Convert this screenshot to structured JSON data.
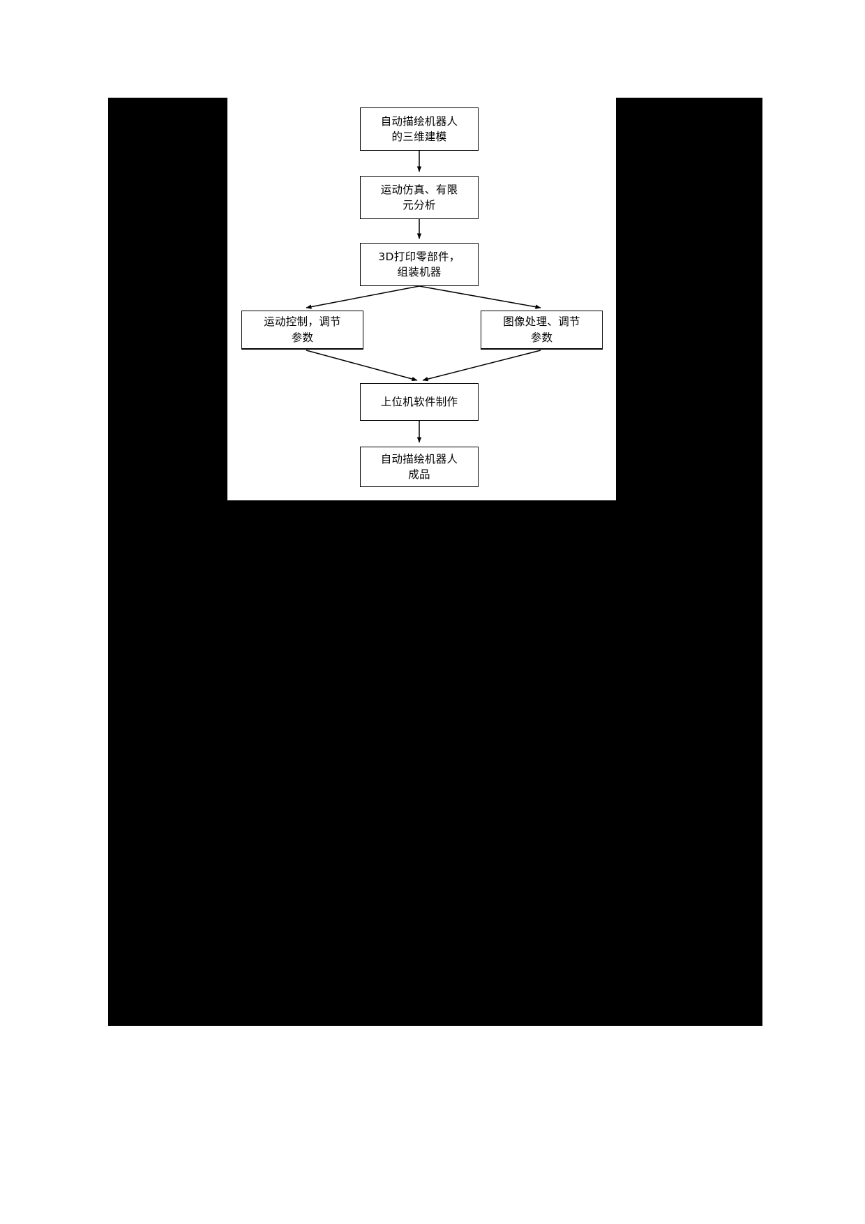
{
  "document": {
    "type": "flowchart",
    "language": "zh-CN",
    "page_background": "#ffffff",
    "mask_color": "#000000",
    "line_color": "#000000"
  },
  "chart_data": {
    "type": "diagram",
    "title": "",
    "nodes": [
      {
        "id": "modeling",
        "label": "自动描绘机器人\n的三维建模",
        "shape": "rect"
      },
      {
        "id": "simulation",
        "label": "运动仿真、有限\n元分析",
        "shape": "rect"
      },
      {
        "id": "printing",
        "label": "3D打印零部件，\n组装机器",
        "shape": "rect"
      },
      {
        "id": "motion",
        "label": "运动控制，调节\n参数",
        "shape": "rect"
      },
      {
        "id": "image",
        "label": "图像处理、调节\n参数",
        "shape": "rect"
      },
      {
        "id": "software",
        "label": "上位机软件制作",
        "shape": "rect"
      },
      {
        "id": "product",
        "label": "自动描绘机器人\n成品",
        "shape": "rect"
      }
    ],
    "edges": [
      {
        "from": "modeling",
        "to": "simulation",
        "style": "arrow",
        "direction": "down"
      },
      {
        "from": "simulation",
        "to": "printing",
        "style": "arrow",
        "direction": "down"
      },
      {
        "from": "printing",
        "to": "motion",
        "style": "arrow",
        "direction": "down-left"
      },
      {
        "from": "printing",
        "to": "image",
        "style": "arrow",
        "direction": "down-right"
      },
      {
        "from": "motion",
        "to": "software",
        "style": "arrow",
        "direction": "down-right"
      },
      {
        "from": "image",
        "to": "software",
        "style": "arrow",
        "direction": "down-left"
      },
      {
        "from": "software",
        "to": "product",
        "style": "arrow",
        "direction": "down"
      }
    ]
  }
}
